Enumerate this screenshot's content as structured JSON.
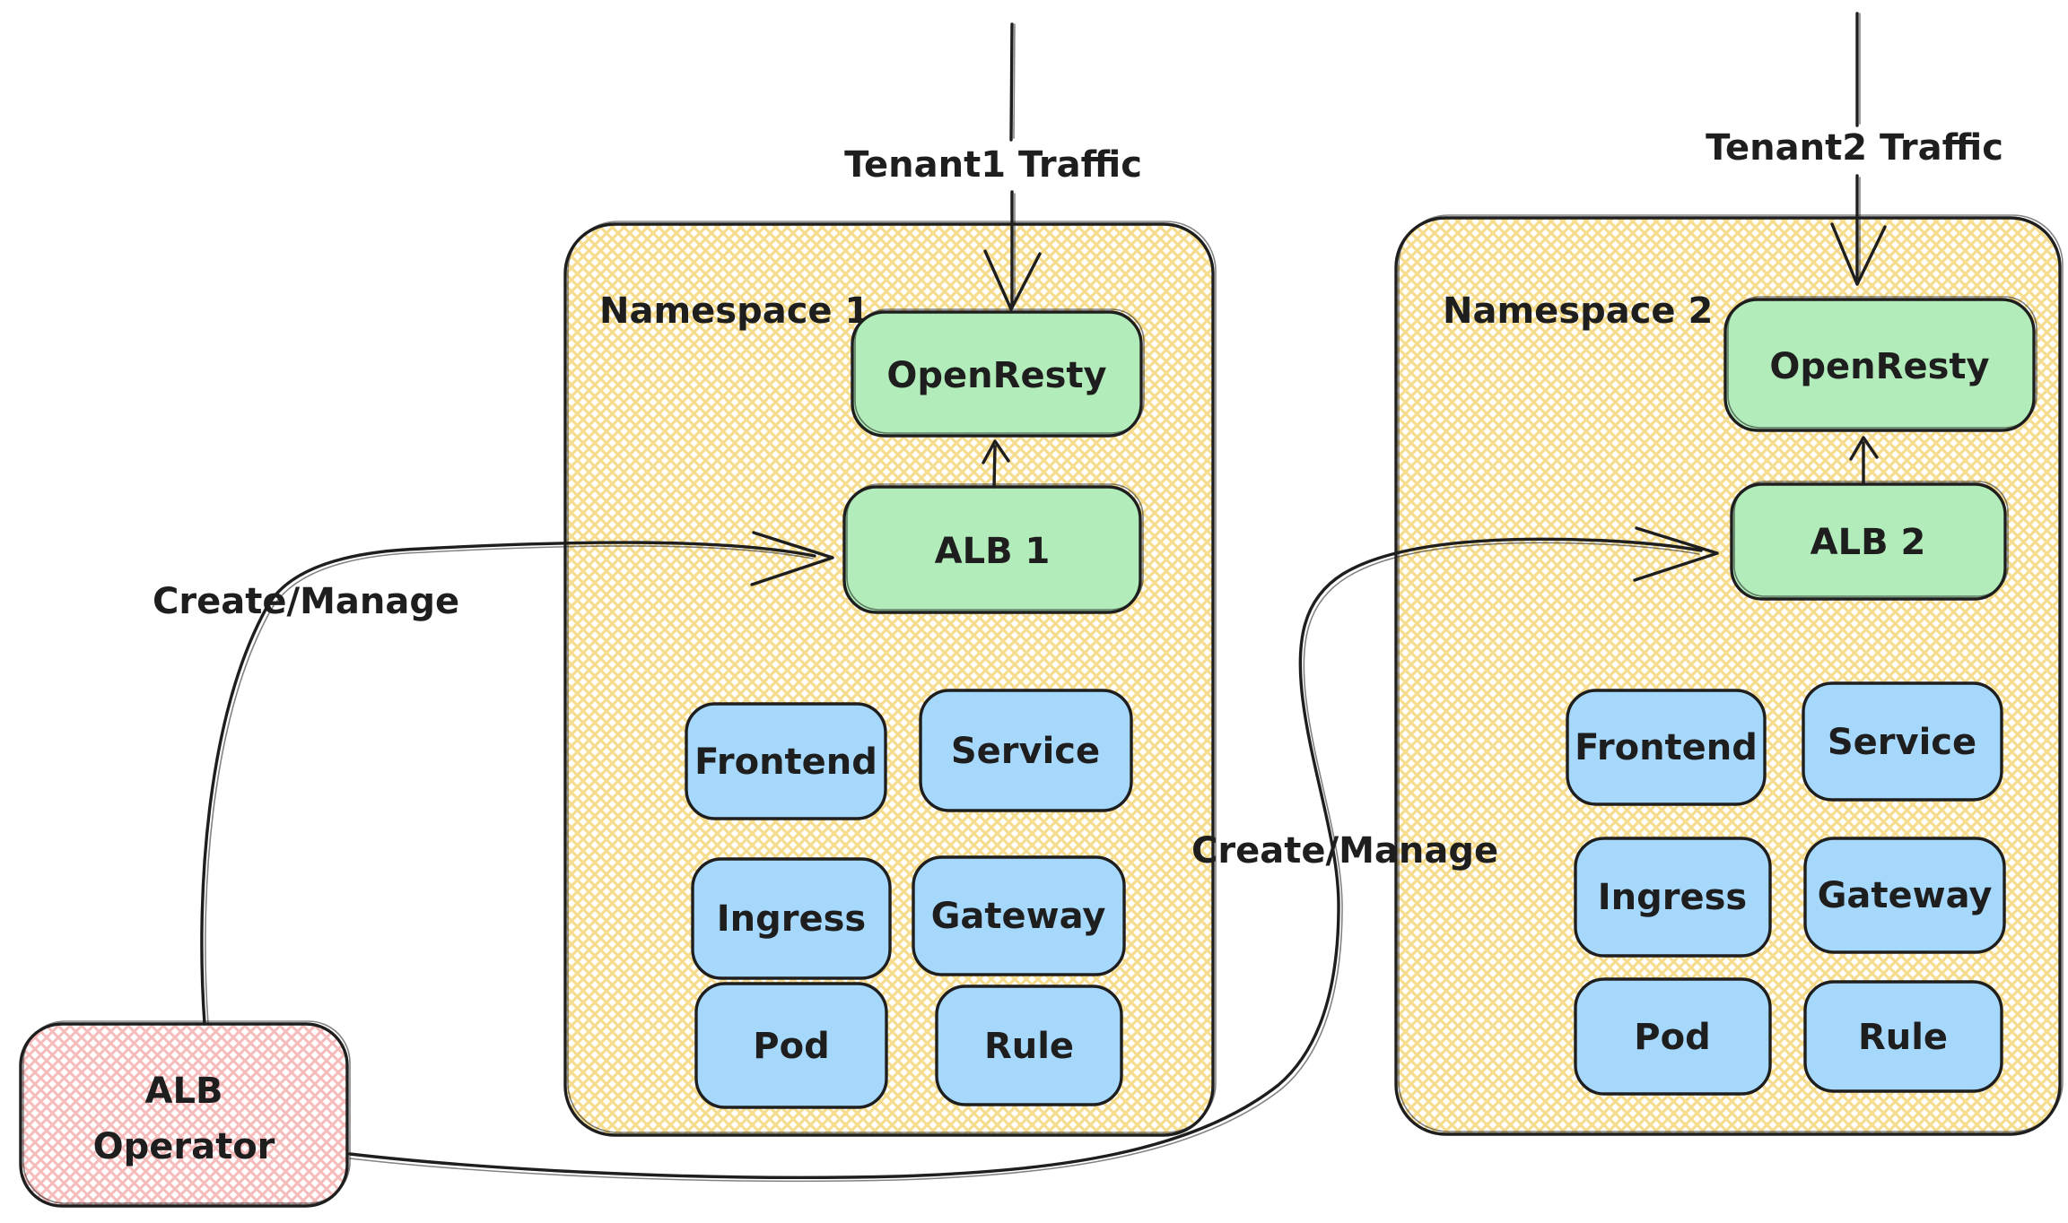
{
  "colors": {
    "background": "#ffffff",
    "stroke": "#1e1e1e",
    "yellow_hatch": "#f6dc8e",
    "pink_hatch": "#f6bcbc",
    "green_fill": "#b2ecba",
    "blue_fill": "#a6d8fc"
  },
  "labels": {
    "tenant1_traffic": "Tenant1 Traffic",
    "tenant2_traffic": "Tenant2 Traffic",
    "create_manage_left": "Create/Manage",
    "create_manage_right": "Create/Manage"
  },
  "namespace1": {
    "title": "Namespace 1",
    "openresty": "OpenResty",
    "alb": "ALB 1",
    "resources": [
      "Frontend",
      "Service",
      "Ingress",
      "Gateway",
      "Pod",
      "Rule"
    ]
  },
  "namespace2": {
    "title": "Namespace 2",
    "openresty": "OpenResty",
    "alb": "ALB 2",
    "resources": [
      "Frontend",
      "Service",
      "Ingress",
      "Gateway",
      "Pod",
      "Rule"
    ]
  },
  "operator": {
    "line1": "ALB",
    "line2": "Operator"
  }
}
